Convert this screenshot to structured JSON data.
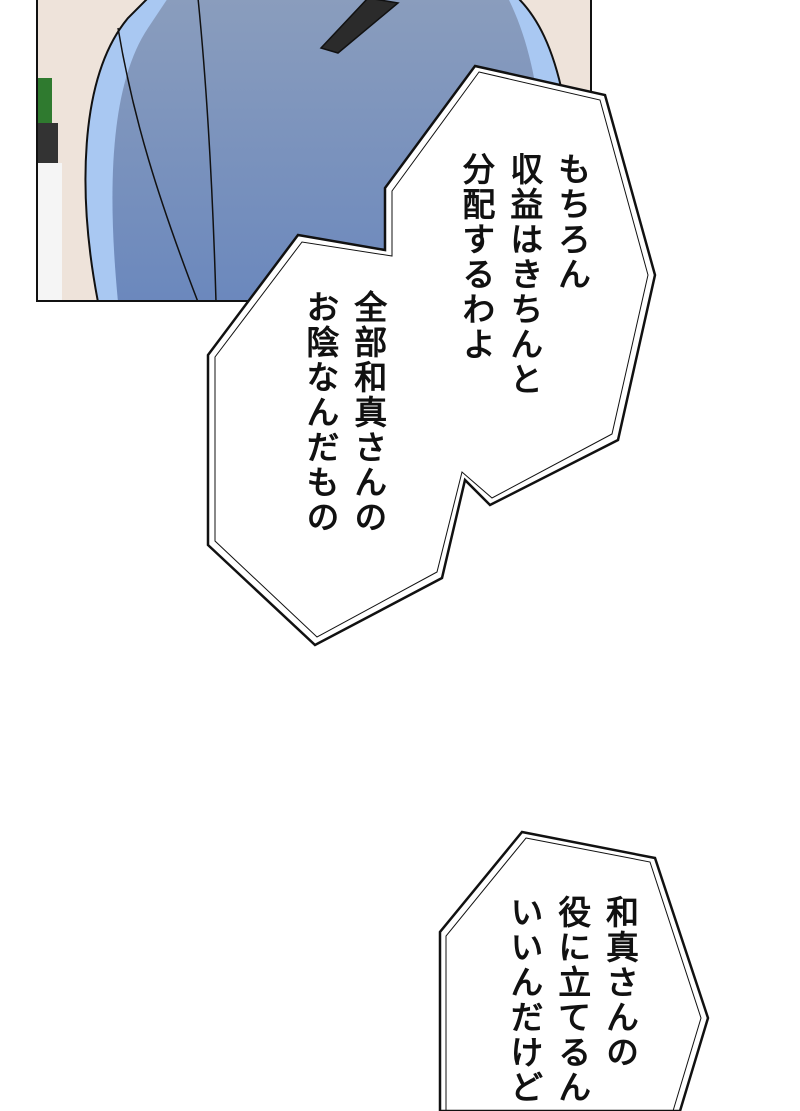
{
  "page": {
    "type": "webtoon-panel",
    "background": "#ffffff"
  },
  "panel": {
    "description": "Person in light blue shirt seen from behind, light beige interior background",
    "colors": {
      "shirt": "#6f8ec0",
      "shirt_highlight": "#a9c8f2",
      "background": "#eee3da",
      "border": "#111111"
    }
  },
  "bubbles": [
    {
      "id": "bubble-1",
      "lines": [
        "もちろん",
        "収益はきちんと",
        "分配するわよ"
      ]
    },
    {
      "id": "bubble-2",
      "lines": [
        "全部和真さんの",
        "お陰なんだもの"
      ]
    },
    {
      "id": "bubble-3",
      "lines": [
        "和真さんの",
        "役に立てるん",
        "いいんだけど"
      ]
    }
  ]
}
